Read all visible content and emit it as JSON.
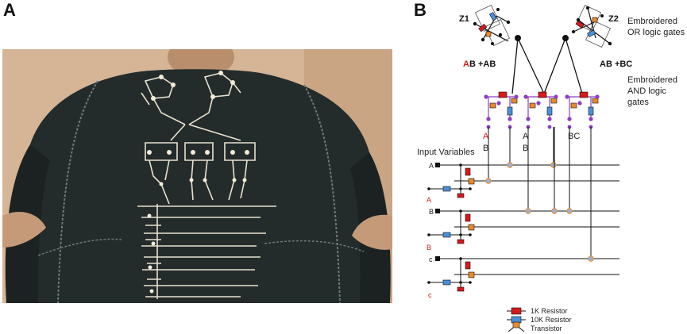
{
  "panels": {
    "a_label": "A",
    "b_label": "B"
  },
  "gates": {
    "z1": "Z1",
    "z2": "Z2",
    "or_label_1": "Embroidered",
    "or_label_2": "OR logic gates",
    "and_label_1": "Embroidered",
    "and_label_2": "AND logic",
    "and_label_3": "gates",
    "z1_expr_red": "A",
    "z1_expr_rest": "B +AB",
    "z2_expr": "AB +BC"
  },
  "inputs": {
    "title": "Input Variables",
    "gate1_top": "A",
    "gate1_bottom": "B",
    "gate2_top": "A",
    "gate2_bottom": "B",
    "gate3": "BC",
    "row_a": "A",
    "row_a_bar": "A",
    "row_b": "B",
    "row_b_bar": "B",
    "row_c": "c",
    "row_c_bar": "c"
  },
  "legend": {
    "r1k": "1K Resistor",
    "r10k": "10K Resistor",
    "transistor": "Transistor"
  },
  "colors": {
    "resistor_1k": "#d7191c",
    "resistor_10k": "#4a90d9",
    "transistor": "#e88a2c",
    "node": "#8e3fbf",
    "wire": "#111111"
  }
}
